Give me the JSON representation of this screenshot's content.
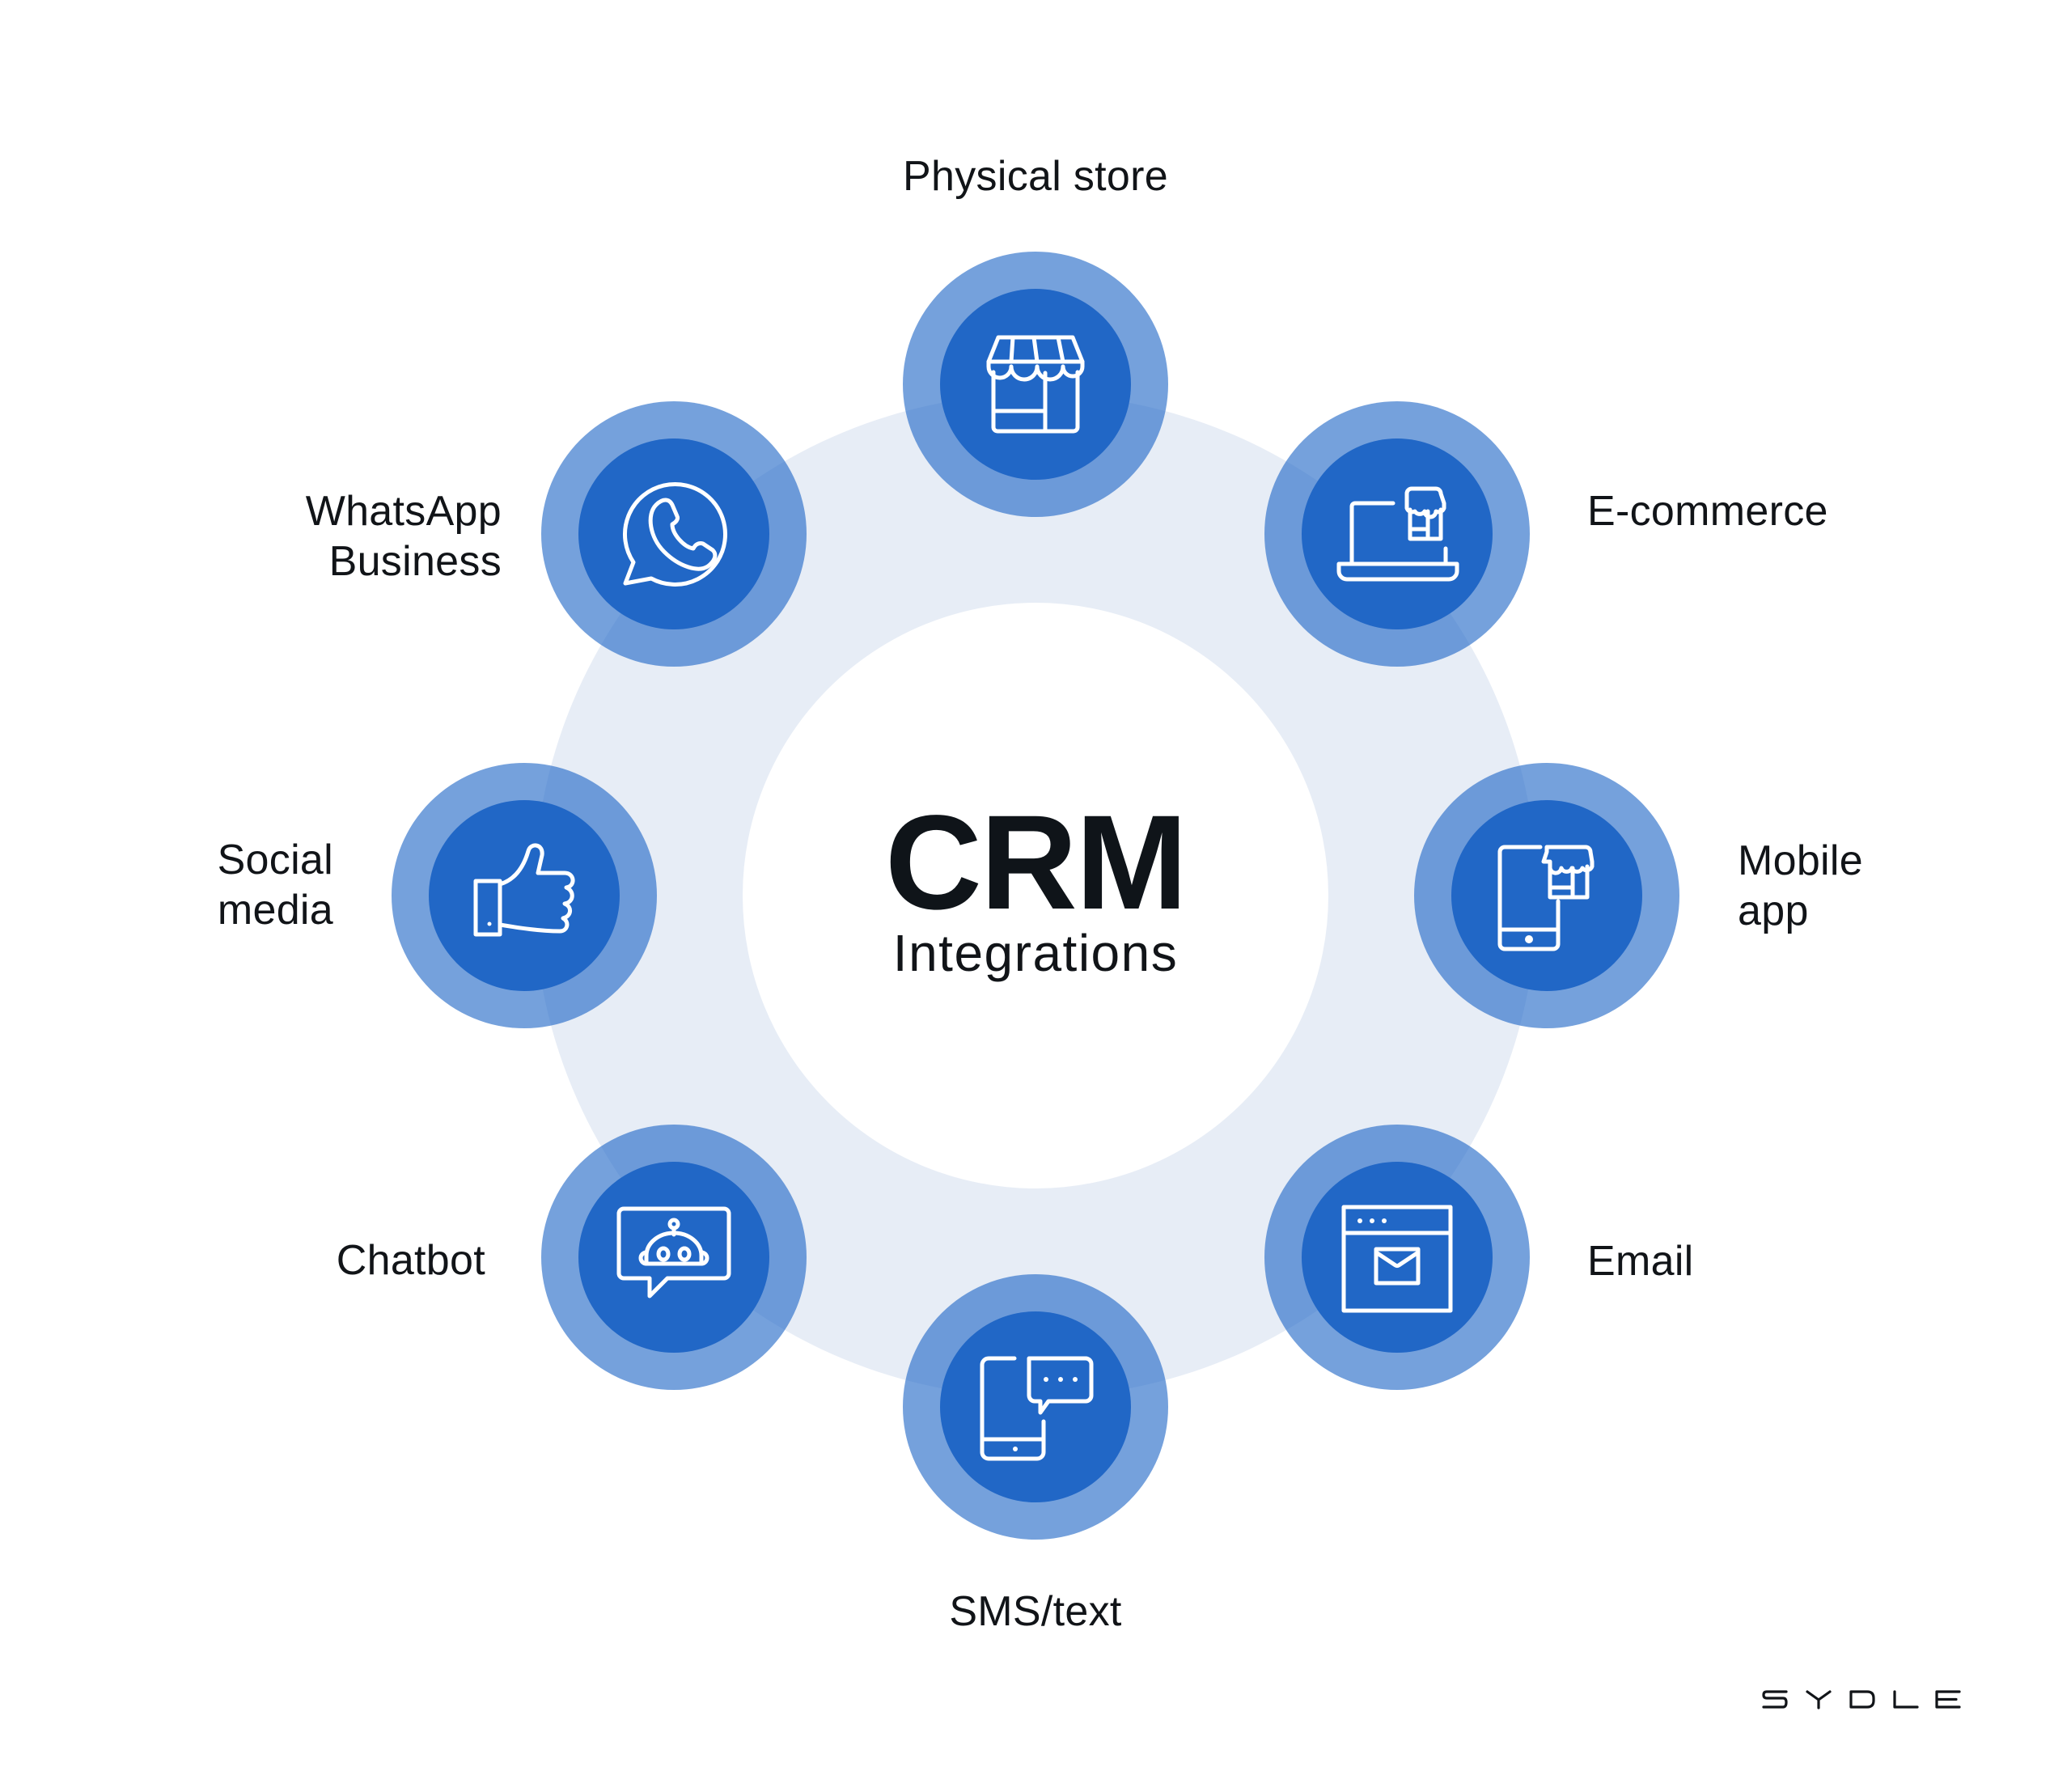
{
  "title": {
    "main": "CRM",
    "subtitle": "Integrations"
  },
  "colors": {
    "background": "#ffffff",
    "ring": "#e7edf6",
    "node_outer": "#74a2dc",
    "node_inner": "#2167c6",
    "icon_stroke": "#ffffff",
    "text": "#111418"
  },
  "integrations": [
    {
      "id": "physical-store",
      "lines": [
        "Physical store"
      ],
      "icon": "storefront-icon"
    },
    {
      "id": "e-commerce",
      "lines": [
        "E-commerce"
      ],
      "icon": "laptop-store-icon"
    },
    {
      "id": "mobile-app",
      "lines": [
        "Mobile",
        "app"
      ],
      "icon": "mobile-store-icon"
    },
    {
      "id": "email",
      "lines": [
        "Email"
      ],
      "icon": "browser-envelope-icon"
    },
    {
      "id": "sms-text",
      "lines": [
        "SMS/text"
      ],
      "icon": "phone-chat-icon"
    },
    {
      "id": "chatbot",
      "lines": [
        "Chatbot"
      ],
      "icon": "robot-chat-icon"
    },
    {
      "id": "social-media",
      "lines": [
        "Social",
        "media"
      ],
      "icon": "thumbs-up-icon"
    },
    {
      "id": "whatsapp-business",
      "lines": [
        "WhatsApp",
        "Business"
      ],
      "icon": "whatsapp-icon"
    }
  ],
  "brand": {
    "logo_text": "SYDLE"
  }
}
